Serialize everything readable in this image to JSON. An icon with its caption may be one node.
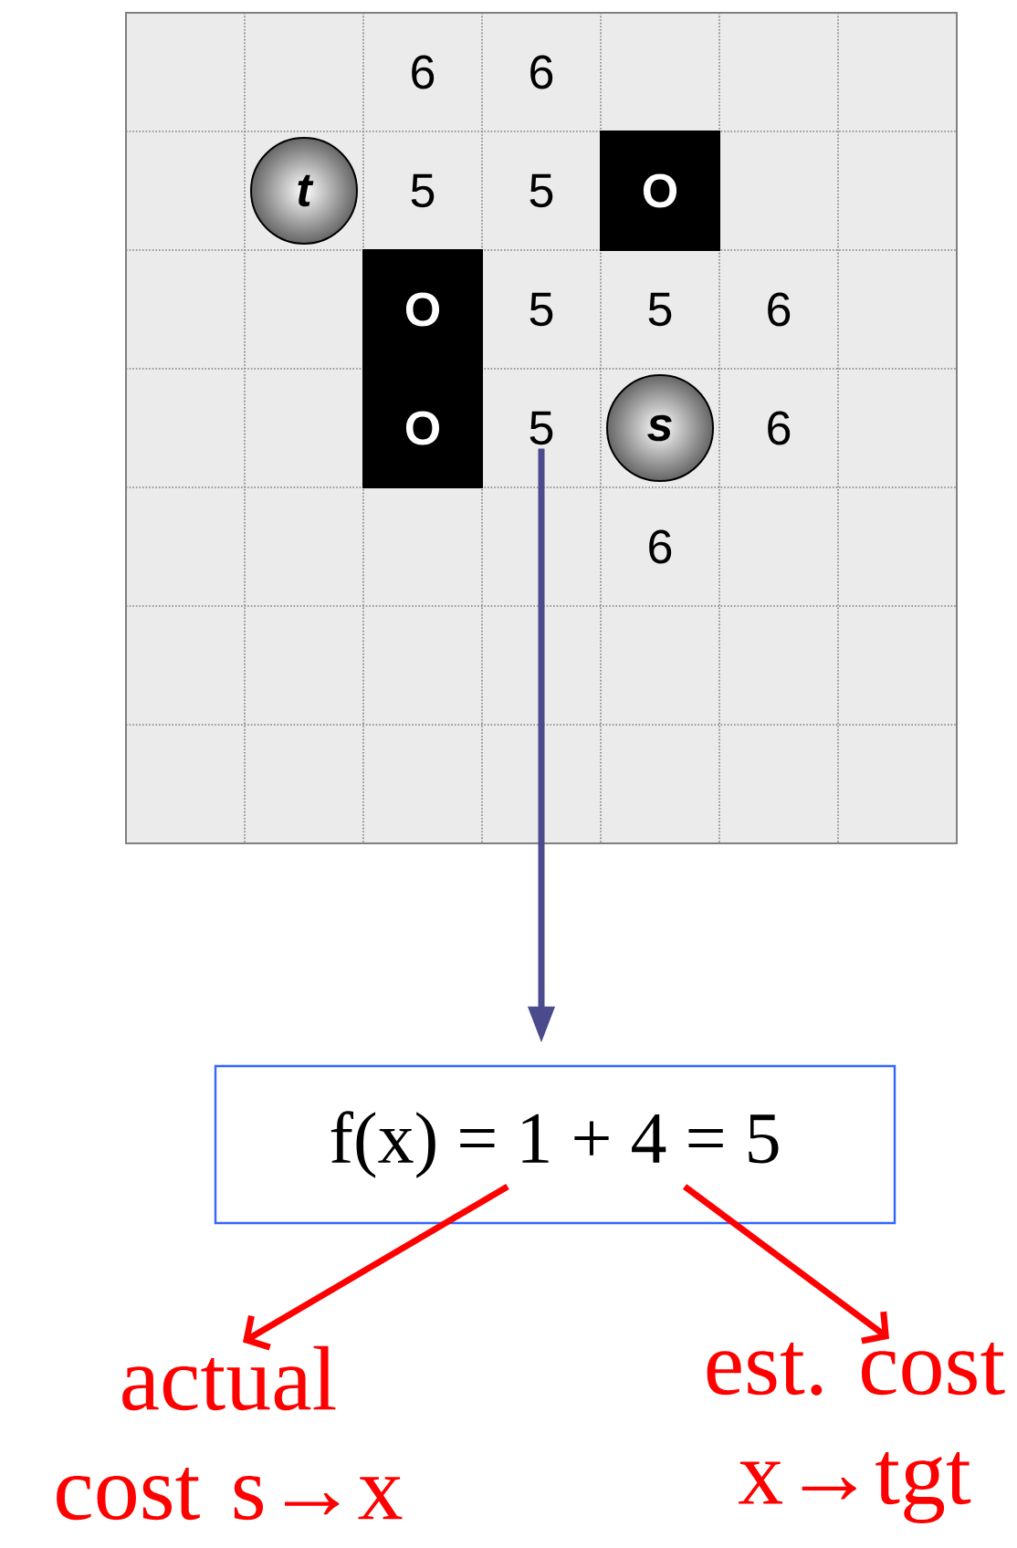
{
  "diagram": {
    "nodes": [
      {
        "text": [
          "t"
        ]
      },
      {
        "text": [
          "O"
        ]
      },
      {
        "text": [
          "O"
        ]
      },
      {
        "text": [
          "O"
        ]
      },
      {
        "text": [
          "5"
        ]
      },
      {
        "text": [
          "s"
        ]
      },
      {
        "text": [
          "f(x) = 1 + 4 = 5"
        ]
      },
      {
        "text": [
          "actual cost s→x"
        ]
      },
      {
        "text": [
          "est. cost x→tgt"
        ]
      }
    ],
    "edges": [
      {
        "from": 4,
        "to": 6,
        "arrow": "to",
        "color": "#4a4a8c"
      },
      {
        "from": 6,
        "to": 7,
        "arrow": "to",
        "color": "#ff0000"
      },
      {
        "from": 6,
        "to": 8,
        "arrow": "to",
        "color": "#ff0000"
      }
    ],
    "labels": [
      "6",
      "6",
      "5",
      "5",
      "5",
      "5",
      "6",
      "6",
      "6"
    ]
  }
}
